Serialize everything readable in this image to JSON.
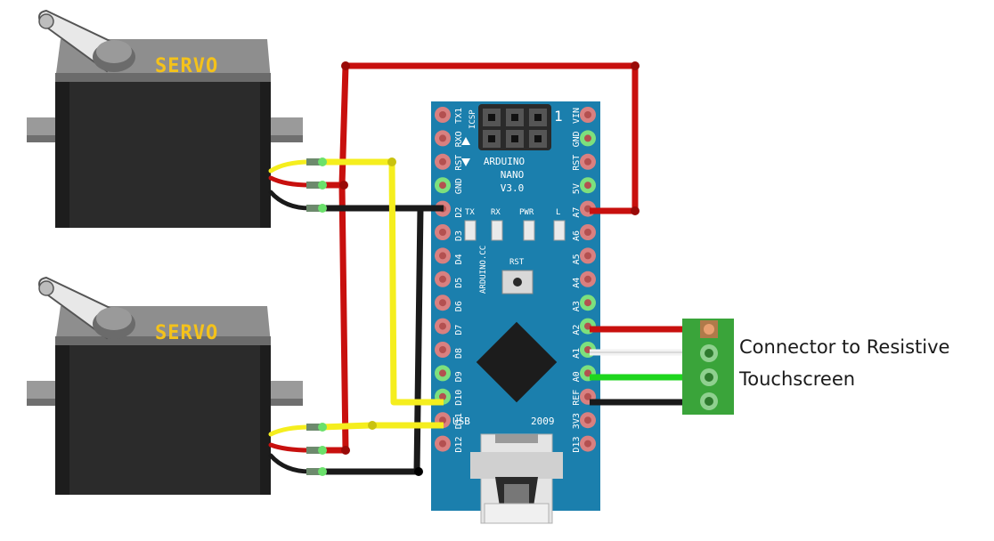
{
  "servo_top": {
    "label": "SERVO"
  },
  "servo_bottom": {
    "label": "SERVO"
  },
  "board": {
    "title_line1": "ARDUINO",
    "title_line2": "NANO",
    "title_line3": "V3.0",
    "icsp": "ICSP",
    "icsp_pin": "1",
    "maker": "ARDUINO.CC",
    "usb": "USB",
    "year": "2009",
    "rst_button": "RST",
    "led_tx": "TX",
    "led_rx": "RX",
    "led_pwr": "PWR",
    "led_l": "L",
    "left_pins": [
      "TX1",
      "RXO",
      "RST",
      "GND",
      "D2",
      "D3",
      "D4",
      "D5",
      "D6",
      "D7",
      "D8",
      "D9",
      "D10",
      "D11",
      "D12"
    ],
    "right_pins": [
      "VIN",
      "GND",
      "RST",
      "5V",
      "A7",
      "A6",
      "A5",
      "A4",
      "A3",
      "A2",
      "A1",
      "A0",
      "REF",
      "3V3",
      "D13"
    ]
  },
  "connector": {
    "caption_line1": "Connector to Resistive",
    "caption_line2": "Touchscreen"
  },
  "colors": {
    "board": "#1b7fad",
    "wire_red": "#c8100e",
    "wire_yellow": "#f5ee1e",
    "wire_black": "#1a1a1a",
    "wire_green": "#1ed61e",
    "wire_white": "#f2f2f2",
    "servo_body": "#2b2b2b",
    "servo_cap": "#8e8e8e",
    "connector_pcb": "#3aa43a"
  }
}
